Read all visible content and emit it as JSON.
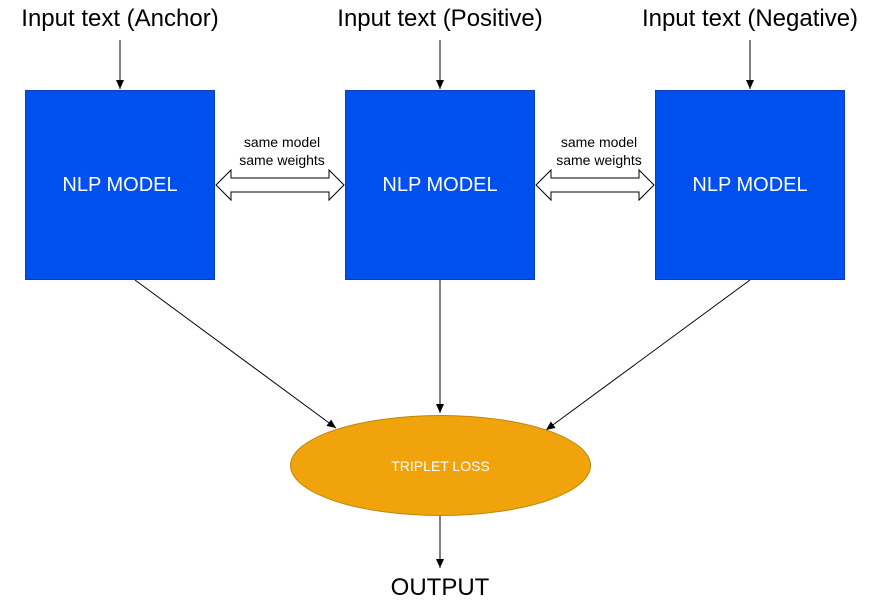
{
  "inputs": {
    "anchor": "Input text (Anchor)",
    "positive": "Input text (Positive)",
    "negative": "Input text (Negative)"
  },
  "models": {
    "anchor": "NLP MODEL",
    "positive": "NLP MODEL",
    "negative": "NLP MODEL"
  },
  "sharing": {
    "left": [
      "same model",
      "same weights"
    ],
    "right": [
      "same model",
      "same weights"
    ]
  },
  "loss": "TRIPLET LOSS",
  "output": "OUTPUT",
  "colors": {
    "model_fill": "#0050ef",
    "loss_fill": "#f0a30a",
    "text_on_shapes": "#ffffff",
    "lines": "#000000"
  }
}
